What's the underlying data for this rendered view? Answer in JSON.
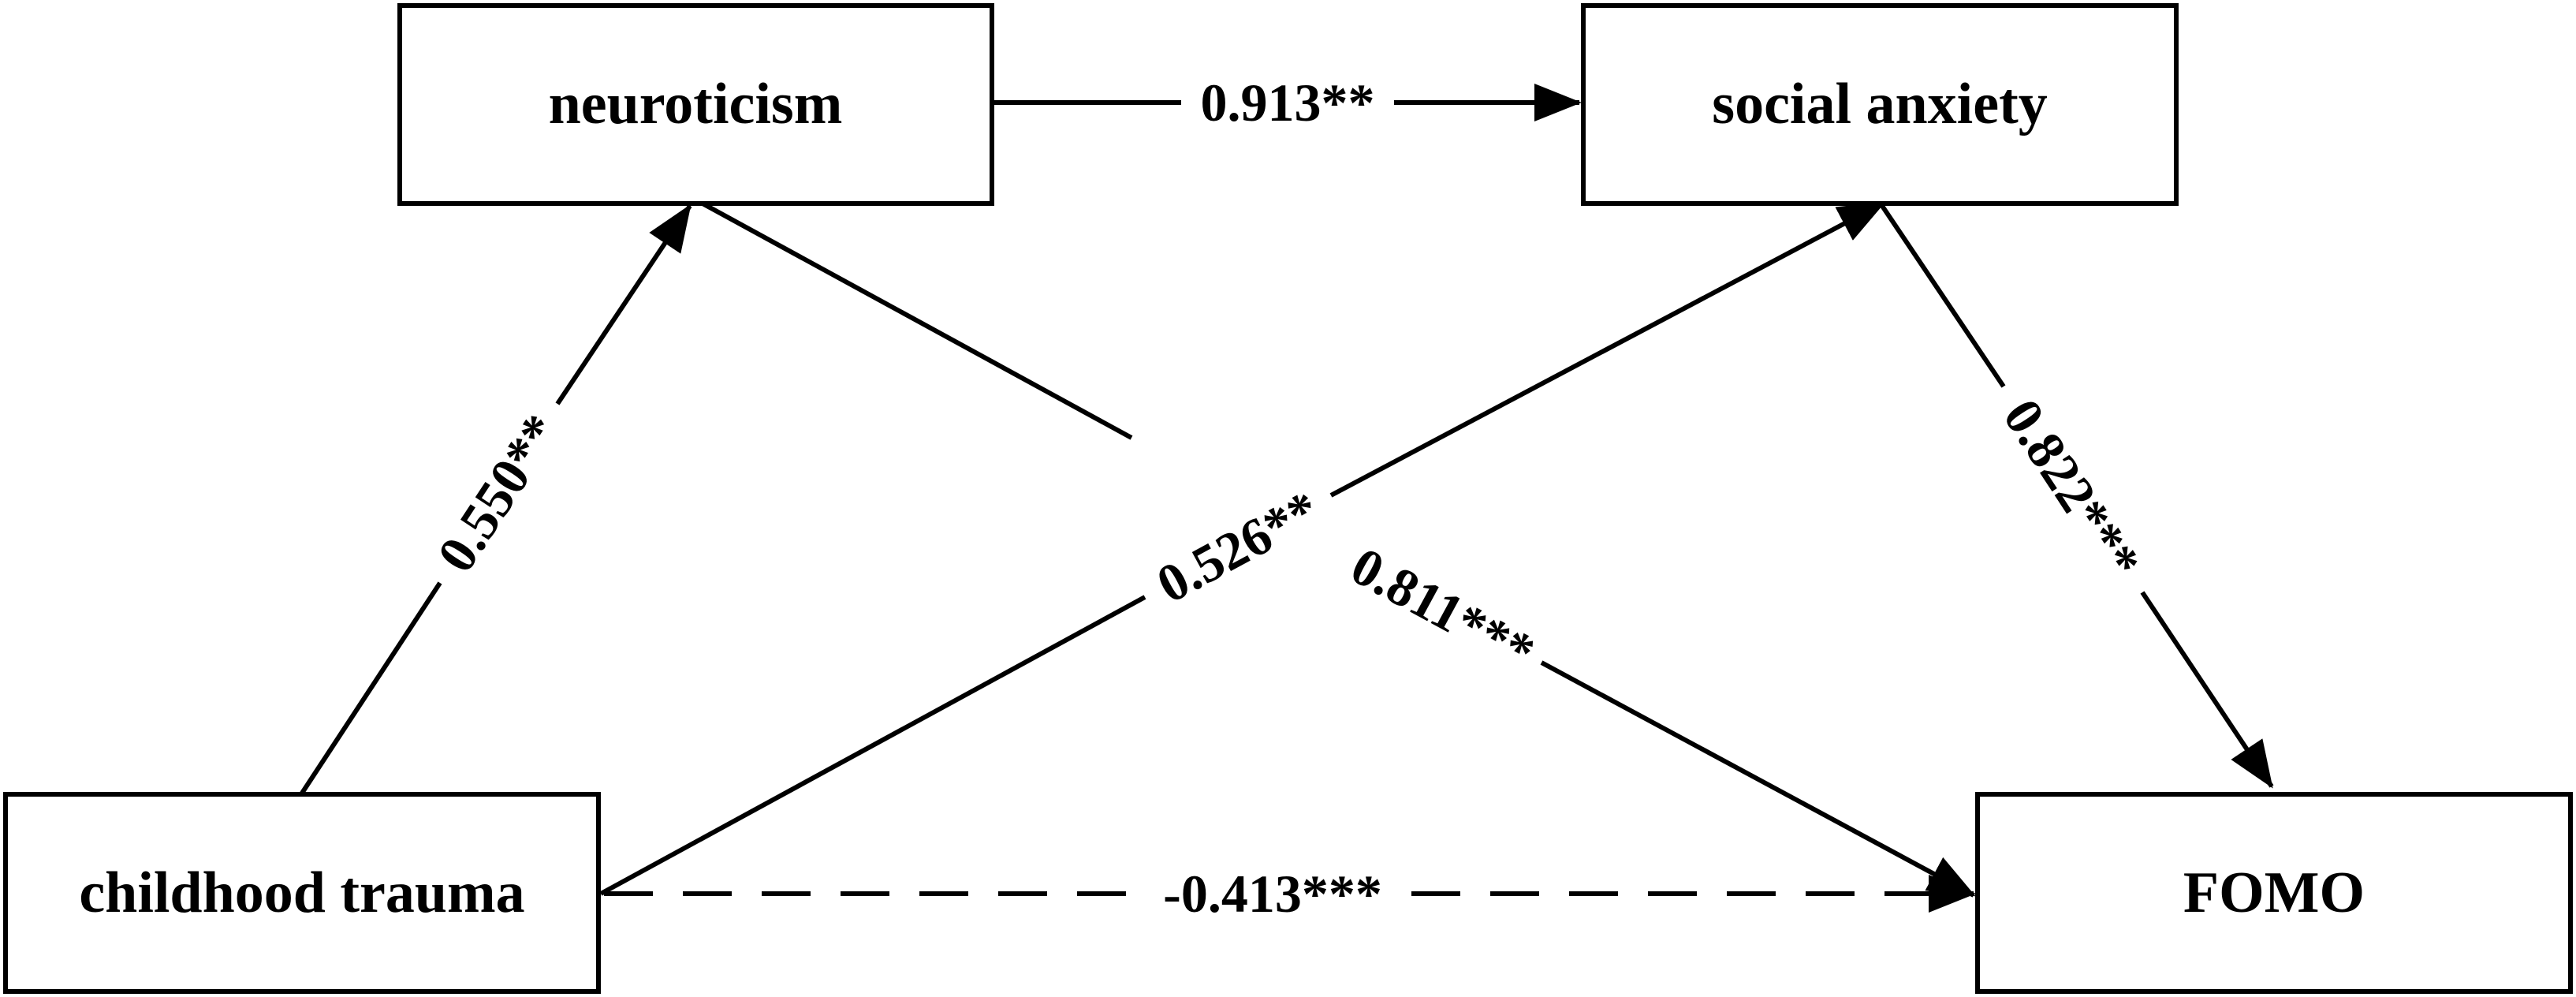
{
  "nodes": {
    "neuroticism": "neuroticism",
    "social_anxiety": "social anxiety",
    "childhood_trauma": "childhood trauma",
    "fomo": "FOMO"
  },
  "paths": {
    "neuroticism_to_social_anxiety": "0.913**",
    "childhood_trauma_to_neuroticism": "0.550**",
    "childhood_trauma_to_social_anxiety": "0.526**",
    "neuroticism_to_fomo": "0.811***",
    "social_anxiety_to_fomo": "0.822***",
    "childhood_trauma_to_fomo": "-0.413***"
  },
  "colors": {
    "line": "#000000",
    "background": "#ffffff"
  }
}
